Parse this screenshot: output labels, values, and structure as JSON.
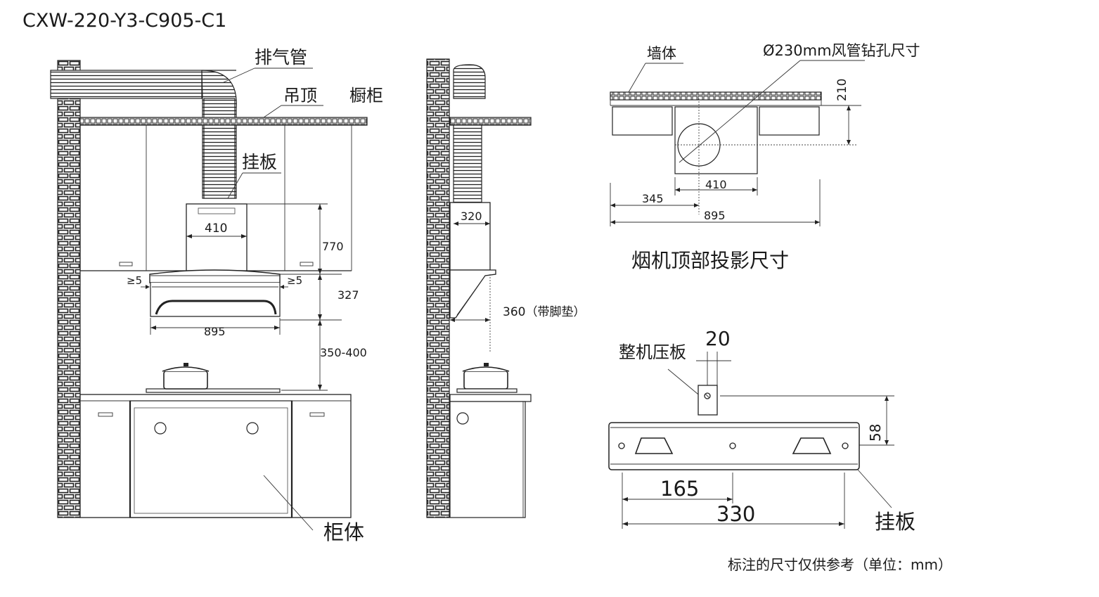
{
  "model": "CXW-220-Y3-C905-C1",
  "front": {
    "duct_label": "排气管",
    "ceiling_label": "吊顶",
    "cabinet_label": "橱柜",
    "hanger_label": "挂板",
    "dim_410": "410",
    "dim_770": "770",
    "dim_327": "327",
    "dim_895": "895",
    "dim_350_400": "350-400",
    "gap_left": "≥5",
    "gap_right": "≥5",
    "base_label": "柜体"
  },
  "side": {
    "dim_320": "320",
    "dim_360": "360（带脚垫）"
  },
  "top_view": {
    "wall_label": "墙体",
    "hole_label": "Ø230mm风管钻孔尺寸",
    "dim_210": "210",
    "dim_410": "410",
    "dim_345": "345",
    "dim_895": "895",
    "caption": "烟机顶部投影尺寸"
  },
  "bracket": {
    "plate_label": "整机压板",
    "dim_20": "20",
    "dim_58": "58",
    "dim_165": "165",
    "dim_330": "330",
    "hanger_label": "挂板"
  },
  "footnote": "标注的尺寸仅供参考（单位：mm）"
}
